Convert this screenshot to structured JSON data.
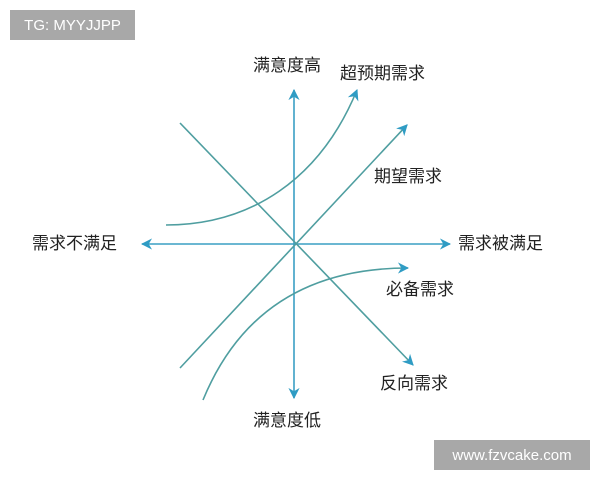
{
  "watermarks": {
    "top_left": "TG: MYYJJPP",
    "bottom_right": "www.fzvcake.com"
  },
  "axes": {
    "y_top": "满意度高",
    "y_bottom": "满意度低",
    "x_left": "需求不满足",
    "x_right": "需求被满足"
  },
  "curves": {
    "attractive": "超预期需求",
    "performance": "期望需求",
    "must_be": "必备需求",
    "reverse": "反向需求"
  },
  "colors": {
    "axis": "#3a9fc4",
    "curve": "#4f9ea0",
    "watermark_bg": "#a8a8a8"
  }
}
